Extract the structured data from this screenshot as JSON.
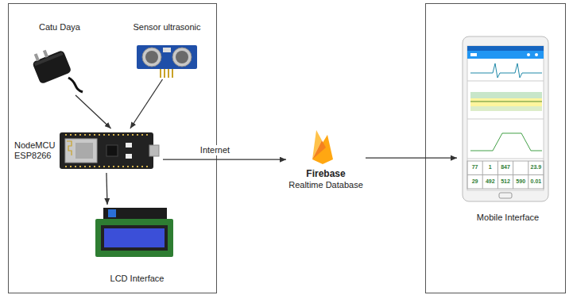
{
  "diagram": {
    "nodes": [
      {
        "text": [
          "Catu Daya"
        ]
      },
      {
        "text": [
          "Sensor ultrasonic"
        ]
      },
      {
        "text": [
          "NodeMCU ESP8266"
        ]
      },
      {
        "text": [
          "LCD Interface"
        ]
      },
      {
        "text": [
          "Firebase",
          "Realtime Database"
        ]
      },
      {
        "text": [
          "Mobile Interface"
        ]
      }
    ],
    "edges": [
      {
        "from": 0,
        "to": 2,
        "arrow": "to"
      },
      {
        "from": 1,
        "to": 2,
        "arrow": "to"
      },
      {
        "from": 2,
        "to": 3,
        "arrow": "to"
      },
      {
        "from": 2,
        "to": 4,
        "label": "Internet",
        "arrow": "to"
      },
      {
        "from": 4,
        "to": 5,
        "arrow": "to"
      }
    ],
    "labels": [
      "77",
      "1",
      "847",
      "23.9",
      "29",
      "492",
      "512",
      "590",
      "0.01"
    ]
  }
}
